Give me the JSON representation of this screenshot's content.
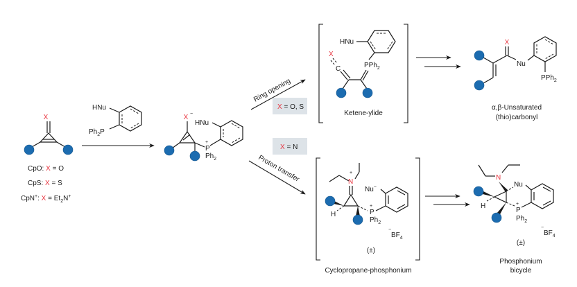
{
  "colors": {
    "substituent_ball": "#1c6cb0",
    "heteroatom_red": "#e8343f",
    "condition_box": "#dde3e8",
    "ink": "#1a1a1a"
  },
  "start": {
    "x_label": "X",
    "legend": [
      {
        "name": "CpO:",
        "x": "X",
        "value": "= O"
      },
      {
        "name": "CpS:",
        "x": "X",
        "value": "= S"
      },
      {
        "name": "CpN",
        "sup": "+",
        "colon": ":",
        "x": "X",
        "value": "= Et",
        "sub": "2",
        "tail": "N",
        "tail_sup": "+"
      }
    ]
  },
  "reagent": {
    "hnu": "HNu",
    "pph2": "Ph",
    "pph2_sub": "2",
    "pph2_p": "P"
  },
  "adduct": {
    "x_label": "X",
    "x_charge": "−",
    "hnu": "HNu",
    "p_charge": "+",
    "p": "P",
    "ph2": "Ph",
    "ph2_sub": "2"
  },
  "upper_path": {
    "arrow_label": "Ring opening",
    "condition_x": "X",
    "condition_rest": " = O, S",
    "intermediate": {
      "x_label": "X",
      "c_label": "C",
      "hnu": "HNu",
      "pph2": "PPh",
      "pph2_sub": "2",
      "name": "Ketene-ylide"
    },
    "product": {
      "x_label": "X",
      "nu": "Nu",
      "pph2": "PPh",
      "pph2_sub": "2",
      "name_line1": "α,β-Unsaturated",
      "name_line2": "(thio)carbonyl"
    }
  },
  "lower_path": {
    "arrow_label": "Proton transfer",
    "condition_x": "X",
    "condition_rest": " = N",
    "intermediate": {
      "n_charge": "+",
      "n_label": "N",
      "nu": "Nu",
      "nu_charge": "−",
      "h": "H",
      "p_charge": "+",
      "p": "P",
      "ph2": "Ph",
      "ph2_sub": "2",
      "counterion_charge": "−",
      "counterion": "BF",
      "counterion_sub": "4",
      "racemic": "(±)",
      "name": "Cyclopropane-phosphonium"
    },
    "product": {
      "n_label": "N",
      "nu": "Nu",
      "h": "H",
      "p_charge": "+",
      "p": "P",
      "ph2": "Ph",
      "ph2_sub": "2",
      "counterion_charge": "−",
      "counterion": "BF",
      "counterion_sub": "4",
      "racemic": "(±)",
      "name_line1": "Phosphonium",
      "name_line2": "bicycle"
    }
  }
}
